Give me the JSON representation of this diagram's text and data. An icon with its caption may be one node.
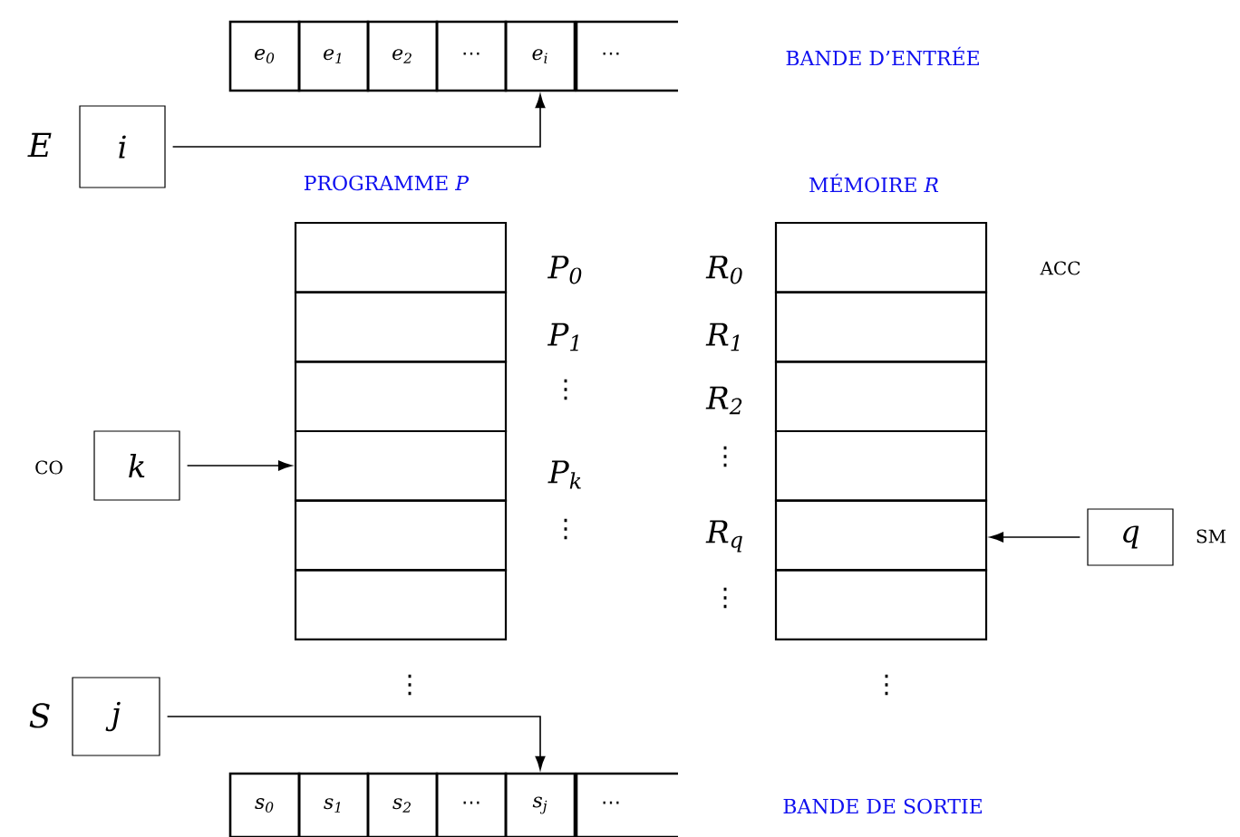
{
  "diagram": {
    "nodes": [
      {
        "text": [
          "e$_{0}$"
        ]
      },
      {
        "text": [
          "e$_{1}$"
        ]
      },
      {
        "text": [
          "e$_{2}$"
        ]
      },
      {
        "text": [
          "⋯"
        ]
      },
      {
        "text": [
          "e$_{i}$"
        ]
      },
      {
        "text": [
          "⋯"
        ]
      },
      {
        "text": [
          "i"
        ],
        "beside": [
          "E"
        ]
      },
      {
        "text": [],
        "shape": "box"
      },
      {
        "text": [],
        "shape": "box"
      },
      {
        "text": [],
        "shape": "box"
      },
      {
        "text": [],
        "shape": "box"
      },
      {
        "text": [],
        "shape": "box"
      },
      {
        "text": [],
        "shape": "box"
      },
      {
        "text": [],
        "shape": "box",
        "beside": [
          "ACC"
        ]
      },
      {
        "text": [],
        "shape": "box"
      },
      {
        "text": [],
        "shape": "box"
      },
      {
        "text": [],
        "shape": "box"
      },
      {
        "text": [],
        "shape": "box"
      },
      {
        "text": [],
        "shape": "box"
      },
      {
        "text": [
          "k"
        ],
        "beside": [
          "CO"
        ]
      },
      {
        "text": [
          "q"
        ],
        "beside": [
          "SM"
        ]
      },
      {
        "text": [
          "j"
        ],
        "beside": [
          "S"
        ]
      },
      {
        "text": [
          "s$_{0}$"
        ]
      },
      {
        "text": [
          "s$_{1}$"
        ]
      },
      {
        "text": [
          "s$_{2}$"
        ]
      },
      {
        "text": [
          "⋯"
        ]
      },
      {
        "text": [
          "s$_{j}$"
        ]
      },
      {
        "text": [
          "⋯"
        ]
      }
    ],
    "edges": [
      {
        "from": 6,
        "to": 4,
        "arrow": "to"
      },
      {
        "from": 19,
        "to": 10,
        "arrow": "to"
      },
      {
        "from": 20,
        "to": 17,
        "arrow": "to"
      },
      {
        "from": 21,
        "to": 26,
        "arrow": "to"
      }
    ],
    "labels": [
      "BANDE D’ENTRÉE",
      "PROGRAMME *P*",
      "MÉMOIRE *R*",
      "P$_{0}$",
      "R$_{0}$",
      "P$_{1}$",
      "R$_{1}$",
      "⋮",
      "R$_{2}$",
      "⋮",
      "P$_{k}$",
      "⋮",
      "R$_{q}$",
      "⋮",
      "⋮",
      "⋮",
      "BANDE DE SORTIE"
    ]
  }
}
